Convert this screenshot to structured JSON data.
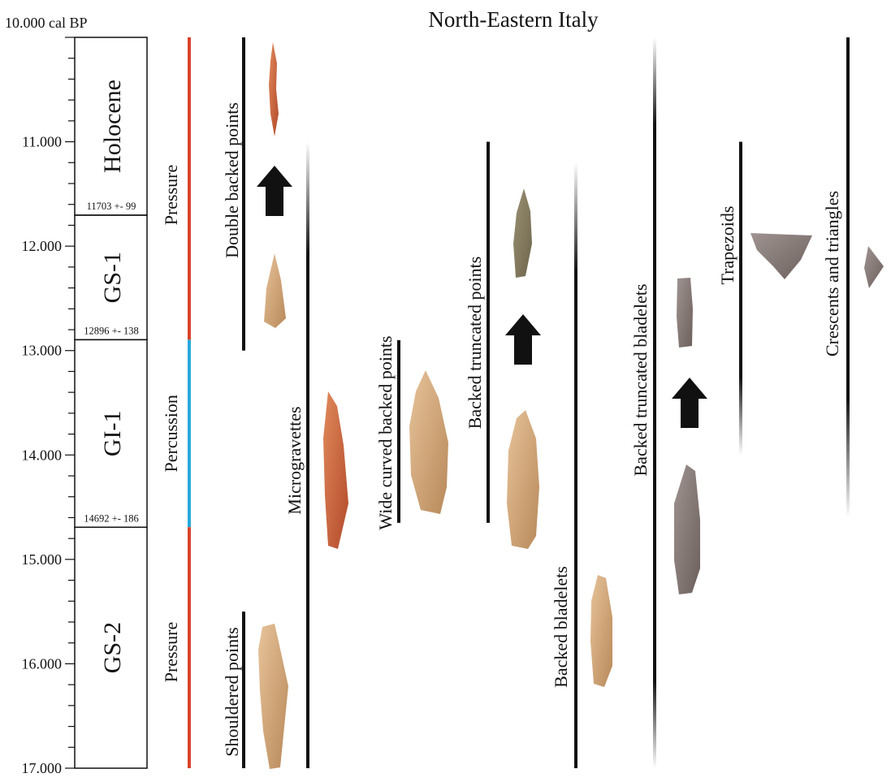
{
  "title": "North-Eastern Italy",
  "axis": {
    "unit_label": "10.000 cal BP",
    "ticks": [
      {
        "value": 10000,
        "label": "10.000 cal BP"
      },
      {
        "value": 11000,
        "label": "11.000"
      },
      {
        "value": 12000,
        "label": "12.000"
      },
      {
        "value": 13000,
        "label": "13.000"
      },
      {
        "value": 14000,
        "label": "14.000"
      },
      {
        "value": 15000,
        "label": "15.000"
      },
      {
        "value": 16000,
        "label": "16.000"
      },
      {
        "value": 17000,
        "label": "17.000"
      }
    ],
    "range": [
      10000,
      17000
    ],
    "minor_step": 200
  },
  "periods": [
    {
      "name": "Holocene",
      "from": 10000,
      "to": 11703,
      "boundary_date": "11703 +- 99"
    },
    {
      "name": "GS-1",
      "from": 11703,
      "to": 12896,
      "boundary_date": "12896 +- 138"
    },
    {
      "name": "GI-1",
      "from": 12896,
      "to": 14692,
      "boundary_date": "14692 +- 186"
    },
    {
      "name": "GS-2",
      "from": 14692,
      "to": 17000,
      "boundary_date": ""
    }
  ],
  "techniques": [
    {
      "label": "Pressure",
      "from": 10000,
      "to": 12896,
      "color": "#d9432a"
    },
    {
      "label": "Percussion",
      "from": 12896,
      "to": 14692,
      "color": "#29a8dc"
    },
    {
      "label": "Pressure",
      "from": 14692,
      "to": 17000,
      "color": "#d9432a"
    }
  ],
  "tool_types": [
    {
      "label": "Double backed points",
      "from": 10000,
      "to": 13000,
      "fade": "bottom"
    },
    {
      "label": "Shouldered points",
      "from": 15500,
      "to": 17000,
      "fade": "none"
    },
    {
      "label": "Microgravettes",
      "from": 11000,
      "to": 17000,
      "fade": "top"
    },
    {
      "label": "Wide curved backed points",
      "from": 12900,
      "to": 14650,
      "fade": "none"
    },
    {
      "label": "Backed truncated points",
      "from": 11000,
      "to": 14650,
      "fade": "none"
    },
    {
      "label": "Backed bladelets",
      "from": 11200,
      "to": 17000,
      "fade": "top"
    },
    {
      "label": "Backed truncated bladelets",
      "from": 10000,
      "to": 17000,
      "fade": "both"
    },
    {
      "label": "Trapezoids",
      "from": 11000,
      "to": 14000,
      "fade": "bottom"
    },
    {
      "label": "Crescents and triangles",
      "from": 10000,
      "to": 14600,
      "fade": "bottom"
    }
  ],
  "colors": {
    "pressure": "#d9432a",
    "percussion": "#29a8dc",
    "line": "#111111",
    "arrow": "#111111"
  }
}
